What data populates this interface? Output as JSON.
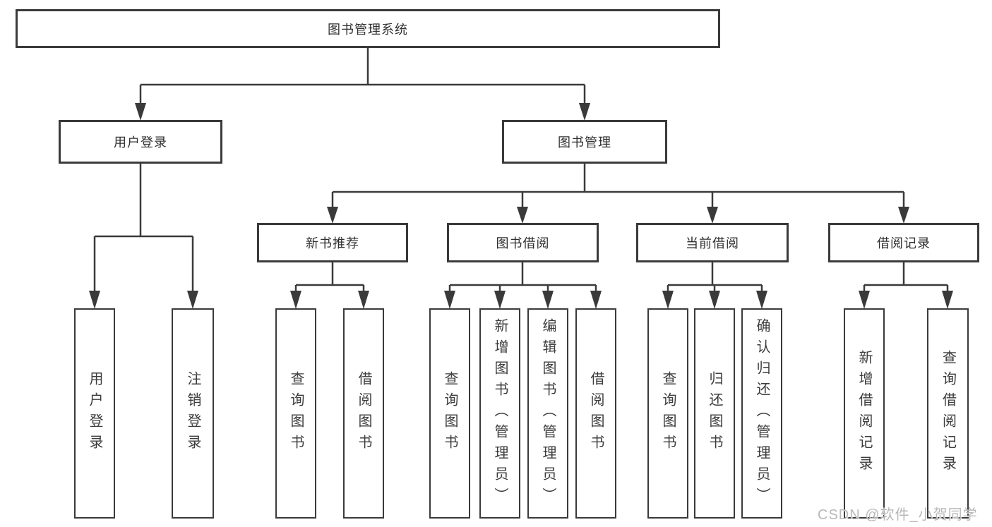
{
  "diagram": {
    "title": "图书管理系统",
    "branches": [
      {
        "label": "用户登录",
        "children": [
          {
            "label": "用户登录"
          },
          {
            "label": "注销登录"
          }
        ]
      },
      {
        "label": "图书管理",
        "children": [
          {
            "label": "新书推荐",
            "children": [
              {
                "label": "查询图书"
              },
              {
                "label": "借阅图书"
              }
            ]
          },
          {
            "label": "图书借阅",
            "children": [
              {
                "label": "查询图书"
              },
              {
                "label": "新增图书（管理员）"
              },
              {
                "label": "编辑图书（管理员）"
              },
              {
                "label": "借阅图书"
              }
            ]
          },
          {
            "label": "当前借阅",
            "children": [
              {
                "label": "查询图书"
              },
              {
                "label": "归还图书"
              },
              {
                "label": "确认归还（管理员）"
              }
            ]
          },
          {
            "label": "借阅记录",
            "children": [
              {
                "label": "新增借阅记录"
              },
              {
                "label": "查询借阅记录"
              }
            ]
          }
        ]
      }
    ]
  },
  "watermark": {
    "text": "CSDN @软件_小贺同学"
  },
  "colors": {
    "line": "#3a3a3a",
    "node_border": "#3a3a3a",
    "text": "#2f2f2f",
    "watermark": "#b8b8b8",
    "background": "#ffffff"
  }
}
